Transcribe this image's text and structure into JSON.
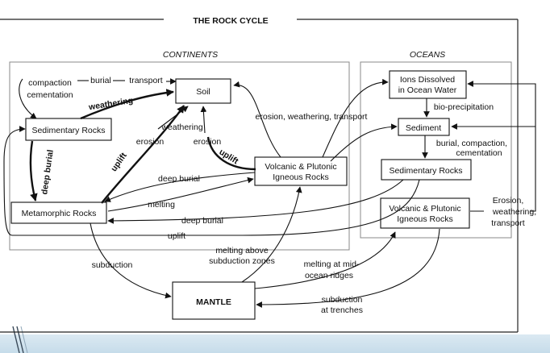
{
  "title": "THE ROCK CYCLE",
  "regions": {
    "continents": "CONTINENTS",
    "oceans": "OCEANS"
  },
  "boxes": {
    "soil": "Soil",
    "sedimentary_continent": "Sedimentary Rocks",
    "metamorphic": "Metamorphic Rocks",
    "volcanic_continent_1": "Volcanic & Plutonic",
    "volcanic_continent_2": "Igneous Rocks",
    "ions_1": "Ions Dissolved",
    "ions_2": "in Ocean Water",
    "sediment": "Sediment",
    "sedimentary_ocean": "Sedimentary Rocks",
    "volcanic_ocean_1": "Volcanic & Plutonic",
    "volcanic_ocean_2": "Igneous Rocks",
    "mantle": "MANTLE"
  },
  "labels": {
    "compaction": "compaction",
    "cementation": "cementation",
    "burial": "burial",
    "transport": "transport",
    "weathering_top": "weathering",
    "weathering_mid": "weathering",
    "erosion_left": "erosion",
    "erosion_right": "erosion",
    "uplift_left": "uplift",
    "uplift_right": "uplift",
    "deep_burial_vertical": "deep burial",
    "deep_burial_mid": "deep burial",
    "melting": "melting",
    "deep_burial_low": "deep burial",
    "uplift_low": "uplift",
    "erosion_weathering_transport": "erosion, weathering, transport",
    "bio_precipitation": "bio-precipitation",
    "burial_compaction": "burial, compaction,",
    "cementation_ocean": "cementation",
    "erosion_r": "Erosion,",
    "weathering_r": "weathering,",
    "transport_r": "transport",
    "subduction": "subduction",
    "melting_above_1": "melting above",
    "melting_above_2": "subduction zones",
    "melting_mid_1": "melting at mid-",
    "melting_mid_2": "ocean ridges",
    "subduction_trenches_1": "subduction",
    "subduction_trenches_2": "at trenches"
  }
}
